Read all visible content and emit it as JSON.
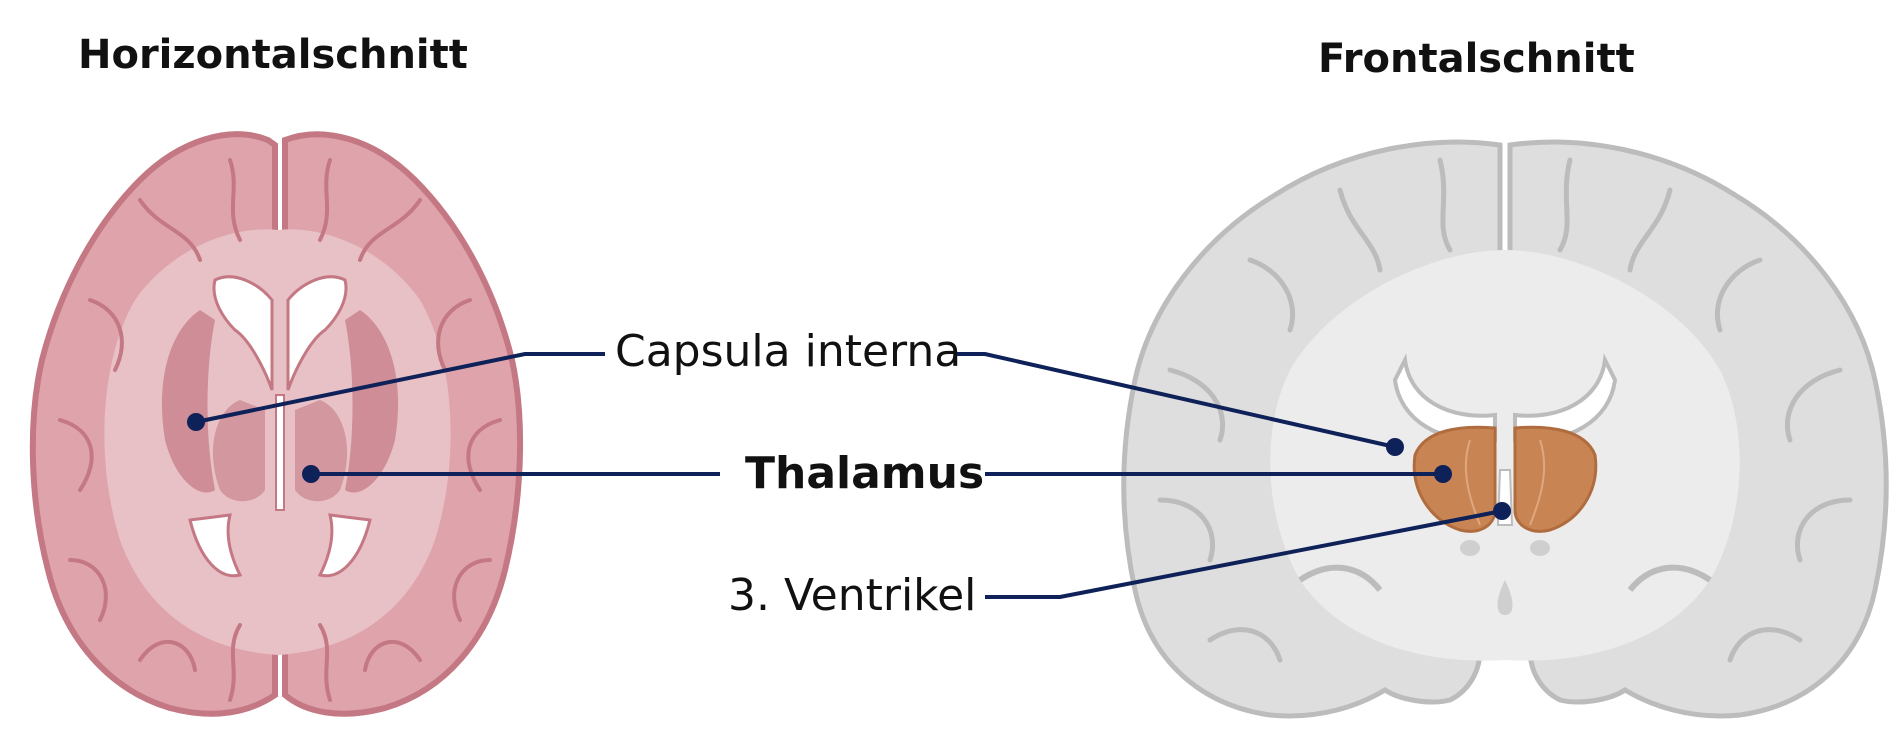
{
  "titles": {
    "horizontal": "Horizontalschnitt",
    "frontal": "Frontalschnitt"
  },
  "labels": {
    "capsula_interna": "Capsula interna",
    "thalamus": "Thalamus",
    "ventrikel": "3. Ventrikel"
  },
  "colors": {
    "horizontal_brain": "#dfa3ab",
    "horizontal_outline": "#c47883",
    "horizontal_inner": "#e8c1c6",
    "frontal_brain": "#dedede",
    "frontal_outline": "#bcbcbc",
    "frontal_white": "#ececec",
    "thalamus": "#c98454",
    "leader_line": "#0e2159"
  }
}
